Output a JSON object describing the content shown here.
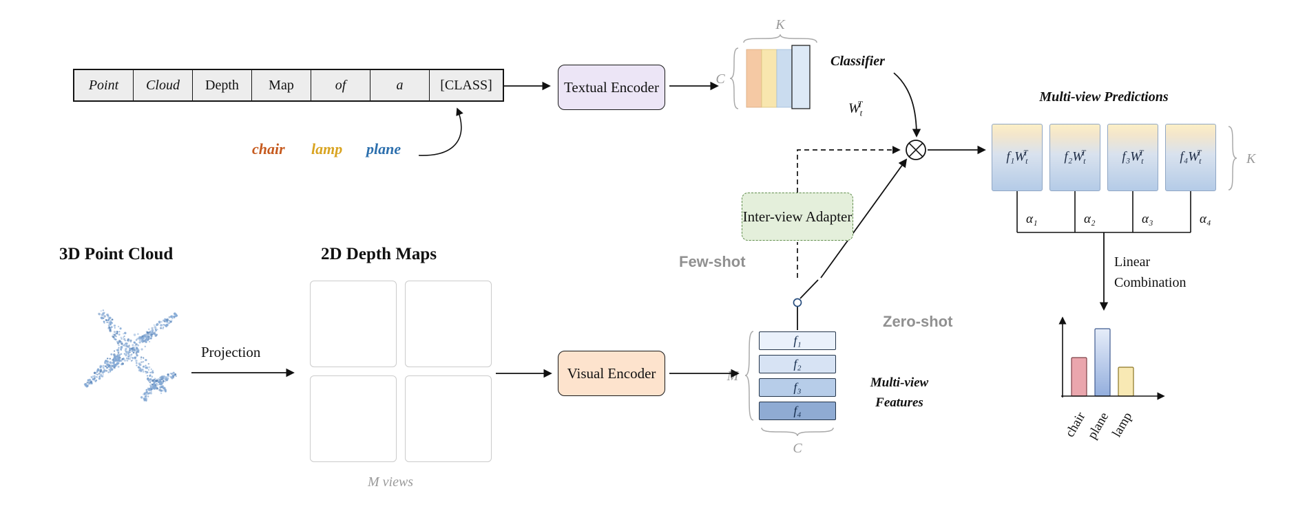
{
  "prompt": {
    "cells": [
      "Point",
      "Cloud",
      "Depth",
      "Map",
      "of",
      "a",
      "[CLASS]"
    ],
    "classes": [
      {
        "label": "chair"
      },
      {
        "label": "lamp"
      },
      {
        "label": "plane"
      }
    ]
  },
  "encoders": {
    "textual": "Textual Encoder",
    "visual": "Visual Encoder",
    "adapter": "Inter-view Adapter"
  },
  "labels": {
    "classifier": "Classifier",
    "weights": {
      "base": "W",
      "sub": "t",
      "sup": "T"
    },
    "few_shot": "Few-shot",
    "zero_shot": "Zero-shot",
    "multi_view_predictions": "Multi-view Predictions",
    "linear_combination": "Linear Combination",
    "multi_view_features": "Multi-view Features",
    "point_cloud_heading": "3D Point Cloud",
    "depth_maps_heading": "2D Depth Maps",
    "projection": "Projection",
    "m_views": "M views",
    "dim_k_text": "K",
    "dim_c_text": "C",
    "dim_m_text": "M"
  },
  "features": {
    "rows": [
      "f₁",
      "f₂",
      "f₃",
      "f₄"
    ]
  },
  "predictions": {
    "boxes": [
      {
        "base": "f₁W",
        "sub": "t",
        "sup": "T"
      },
      {
        "base": "f₂W",
        "sub": "t",
        "sup": "T"
      },
      {
        "base": "f₃W",
        "sub": "t",
        "sup": "T"
      },
      {
        "base": "f₄W",
        "sub": "t",
        "sup": "T"
      }
    ],
    "alphas": [
      "α₁",
      "α₂",
      "α₃",
      "α₄"
    ]
  },
  "colors": {
    "chair": "#c65a1e",
    "lamp": "#d9a421",
    "plane": "#2c6fad",
    "textual_encoder_fill": "#ece5f6",
    "visual_encoder_fill": "#fde3cd",
    "adapter_fill": "#e4efdb",
    "adapter_border": "#5e8c4a",
    "gray_label": "#909090",
    "text_feature_bars": [
      "#f5c9a4",
      "#f8e6ae",
      "#cadcef",
      "#dde9f6"
    ],
    "visual_feature_rows": [
      "#eaf1fb",
      "#d7e3f4",
      "#b7cde9",
      "#8fabd3"
    ],
    "prediction_gradient_top": "#fcefc6",
    "prediction_gradient_bottom": "#b4cbe7"
  },
  "chart_data": {
    "type": "bar",
    "title": "",
    "xlabel": "",
    "ylabel": "",
    "categories": [
      "chair",
      "plane",
      "lamp"
    ],
    "values": [
      0.4,
      0.7,
      0.3
    ],
    "bar_fills": [
      "#eaa6ad",
      "url(#barBlueGrad)",
      "#f8e9b4"
    ],
    "bar_strokes": [
      "#7c4046",
      "#3f5a8f",
      "#8a7422"
    ]
  }
}
